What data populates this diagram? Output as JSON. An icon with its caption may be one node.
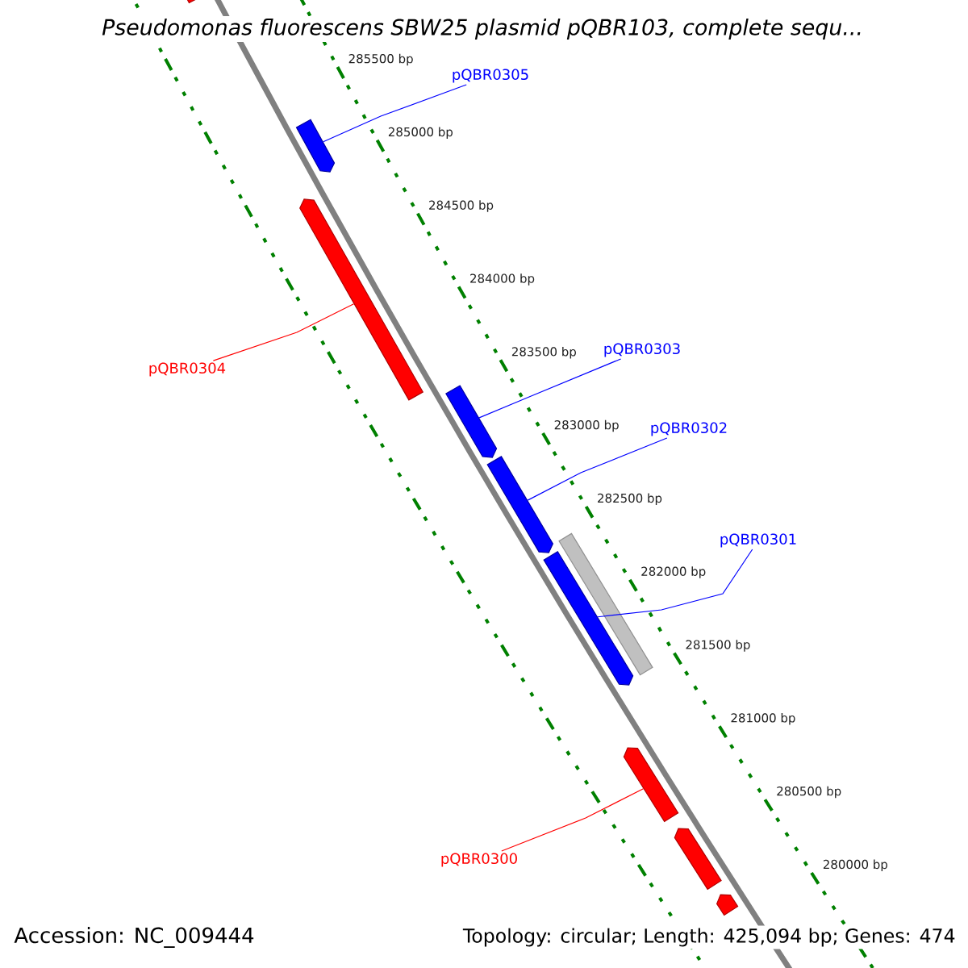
{
  "diagram": {
    "title": "Pseudomonas fluorescens SBW25 plasmid pQBR103, complete sequ...",
    "nodes": [
      {
        "text": [],
        "shape": "arrow"
      },
      {
        "text": [
          "pQBR0305"
        ]
      },
      {
        "text": [],
        "shape": "arrow"
      },
      {
        "text": [
          "pQBR0304"
        ]
      },
      {
        "text": [],
        "shape": "arrow"
      },
      {
        "text": [
          "pQBR0303"
        ]
      },
      {
        "text": [],
        "shape": "arrow"
      },
      {
        "text": [
          "pQBR0302"
        ]
      },
      {
        "text": [],
        "shape": "arrow"
      },
      {
        "text": [
          "pQBR0301"
        ]
      },
      {
        "text": [],
        "shape": "bar"
      },
      {
        "text": [],
        "shape": "arrow"
      },
      {
        "text": [
          "pQBR0300"
        ]
      },
      {
        "text": [],
        "shape": "arrow"
      },
      {
        "text": [],
        "shape": "arrow"
      },
      {
        "text": [],
        "shape": "arrow"
      }
    ],
    "edges": [
      {
        "from": 1,
        "to": 2,
        "arrow": "none"
      },
      {
        "from": 3,
        "to": 4,
        "arrow": "none",
        "color": "#ff0000"
      },
      {
        "from": 5,
        "to": 6,
        "arrow": "none"
      },
      {
        "from": 7,
        "to": 8,
        "arrow": "none"
      },
      {
        "from": 9,
        "to": 11,
        "arrow": "none"
      },
      {
        "from": 12,
        "to": 13,
        "arrow": "none",
        "color": "#ff0000"
      }
    ],
    "labels": [
      "285500 bp",
      "285000 bp",
      "284500 bp",
      "284000 bp",
      "283500 bp",
      "283000 bp",
      "282500 bp",
      "282000 bp",
      "281500 bp",
      "281000 bp",
      "280500 bp",
      "280000 bp",
      "Accession: NC_009444",
      "Topology: circular; Length: 425,094 bp; Genes: 474"
    ]
  }
}
